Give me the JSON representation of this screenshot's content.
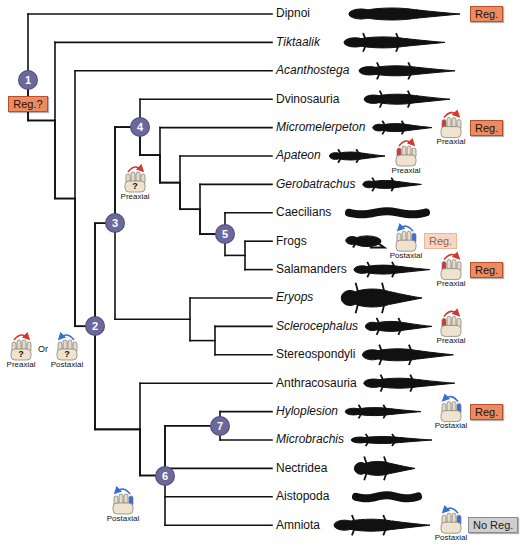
{
  "diagram": {
    "nodes": [
      {
        "text": [
          "Reg."
        ]
      },
      {
        "text": [
          "1"
        ]
      },
      {
        "text": [
          "Reg.?"
        ]
      },
      {
        "text": [
          "4"
        ]
      },
      {
        "text": [
          "Reg."
        ]
      },
      {
        "text": [
          "3"
        ]
      },
      {
        "text": [
          "5"
        ]
      },
      {
        "text": [
          "Reg."
        ]
      },
      {
        "text": [
          "Reg."
        ]
      },
      {
        "text": [
          "2"
        ]
      },
      {
        "text": [
          "7"
        ]
      },
      {
        "text": [
          "Reg."
        ]
      },
      {
        "text": [
          "6"
        ]
      },
      {
        "text": [
          "No Reg."
        ]
      }
    ],
    "edges": [
      {
        "from": 1,
        "to": 9,
        "arrow": "none"
      },
      {
        "from": 9,
        "to": 5,
        "arrow": "none"
      },
      {
        "from": 5,
        "to": 3,
        "arrow": "none"
      },
      {
        "from": 3,
        "to": 6,
        "arrow": "none"
      },
      {
        "from": 9,
        "to": 12,
        "arrow": "none"
      },
      {
        "from": 12,
        "to": 10,
        "arrow": "none"
      }
    ],
    "labels": [
      "Dipnoi",
      "Tiktaalik",
      "Acanthostega",
      "Dvinosauria",
      "Micromelerpeton",
      "Apateon",
      "Gerobatrachus",
      "Caecilians",
      "Frogs",
      "Salamanders",
      "Eryops",
      "Sclerocephalus",
      "Stereospondyli",
      "Anthracosauria",
      "Hyloplesion",
      "Microbrachis",
      "Nectridea",
      "Aistopoda",
      "Amniota",
      "Preaxial",
      "?",
      "Preaxial",
      "Preaxial",
      "Postaxial",
      "Preaxial",
      "Preaxial",
      "?",
      "Or",
      "?",
      "Postaxial",
      "Preaxial",
      "Postaxial",
      "Postaxial",
      "Postaxial"
    ]
  }
}
